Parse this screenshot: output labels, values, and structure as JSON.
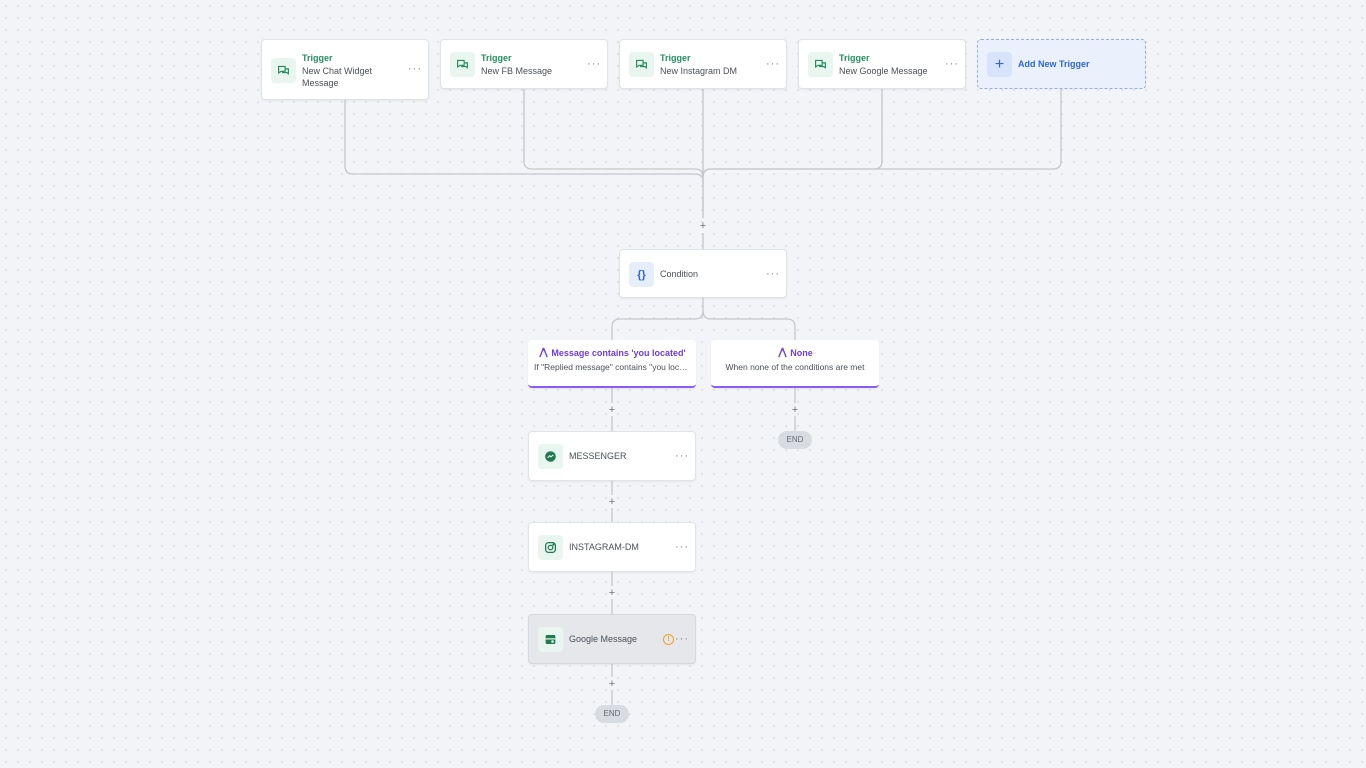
{
  "triggers": [
    {
      "title": "Trigger",
      "desc": "New Chat Widget Message",
      "icon": "chat-icon",
      "more": "···"
    },
    {
      "title": "Trigger",
      "desc": "New FB Message",
      "icon": "chat-icon",
      "more": "···"
    },
    {
      "title": "Trigger",
      "desc": "New Instagram DM",
      "icon": "chat-icon",
      "more": "···"
    },
    {
      "title": "Trigger",
      "desc": "New Google Message",
      "icon": "chat-icon",
      "more": "···"
    }
  ],
  "add_trigger": {
    "icon": "plus-icon",
    "label": "Add New Trigger"
  },
  "connector_plus": "+",
  "condition": {
    "icon": "braces-icon",
    "label": "Condition",
    "more": "···"
  },
  "branches": [
    {
      "title": "Message contains 'you located'",
      "desc": "If \"Replied message\" contains \"you located\"",
      "icon": "branch-icon"
    },
    {
      "title": "None",
      "desc": "When none of the conditions are met",
      "icon": "branch-icon"
    }
  ],
  "actions": [
    {
      "label": "MESSENGER",
      "icon": "messenger-icon",
      "more": "···"
    },
    {
      "label": "INSTAGRAM-DM",
      "icon": "instagram-icon",
      "more": "···"
    },
    {
      "label": "Google Message",
      "icon": "google-business-icon",
      "more": "···",
      "warning": "!"
    }
  ],
  "end_label": "END",
  "colors": {
    "trigger_accent": "#22915f",
    "add_accent": "#2d66d8",
    "branch_accent": "#8b5cf6",
    "warning": "#f0a020"
  }
}
